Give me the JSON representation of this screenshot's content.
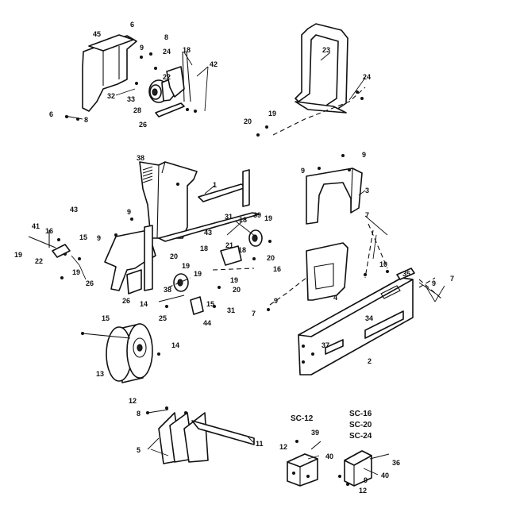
{
  "labels": [
    {
      "id": "n45",
      "text": "45"
    },
    {
      "id": "n6a",
      "text": "6"
    },
    {
      "id": "n9a",
      "text": "9"
    },
    {
      "id": "n8a",
      "text": "8"
    },
    {
      "id": "n24a",
      "text": "24"
    },
    {
      "id": "n18a",
      "text": "18"
    },
    {
      "id": "n42",
      "text": "42"
    },
    {
      "id": "n22a",
      "text": "22"
    },
    {
      "id": "n32",
      "text": "32"
    },
    {
      "id": "n33",
      "text": "33"
    },
    {
      "id": "n28",
      "text": "28"
    },
    {
      "id": "n26a",
      "text": "26"
    },
    {
      "id": "n6b",
      "text": "6"
    },
    {
      "id": "n8b",
      "text": "8"
    },
    {
      "id": "n23",
      "text": "23"
    },
    {
      "id": "n24b",
      "text": "24"
    },
    {
      "id": "n19a",
      "text": "19"
    },
    {
      "id": "n20a",
      "text": "20"
    },
    {
      "id": "n9b",
      "text": "9"
    },
    {
      "id": "n9c",
      "text": "9"
    },
    {
      "id": "n3",
      "text": "3"
    },
    {
      "id": "n38a",
      "text": "38"
    },
    {
      "id": "n1",
      "text": "1"
    },
    {
      "id": "n43a",
      "text": "43"
    },
    {
      "id": "n9d",
      "text": "9"
    },
    {
      "id": "n9e",
      "text": "9"
    },
    {
      "id": "n31a",
      "text": "31"
    },
    {
      "id": "n18b",
      "text": "18"
    },
    {
      "id": "n39",
      "text": "39"
    },
    {
      "id": "n19b",
      "text": "19"
    },
    {
      "id": "n41",
      "text": "41"
    },
    {
      "id": "n16a",
      "text": "16"
    },
    {
      "id": "n15a",
      "text": "15"
    },
    {
      "id": "n19c",
      "text": "19"
    },
    {
      "id": "n22b",
      "text": "22"
    },
    {
      "id": "n19d",
      "text": "19"
    },
    {
      "id": "n26b",
      "text": "26"
    },
    {
      "id": "n43b",
      "text": "43"
    },
    {
      "id": "n18c",
      "text": "18"
    },
    {
      "id": "n21",
      "text": "21"
    },
    {
      "id": "n18d",
      "text": "18"
    },
    {
      "id": "n20b",
      "text": "20"
    },
    {
      "id": "n16b",
      "text": "16"
    },
    {
      "id": "n19e",
      "text": "19"
    },
    {
      "id": "n20c",
      "text": "20"
    },
    {
      "id": "n38b",
      "text": "38"
    },
    {
      "id": "n19f",
      "text": "19"
    },
    {
      "id": "n20d",
      "text": "20"
    },
    {
      "id": "n19g",
      "text": "19"
    },
    {
      "id": "n26c",
      "text": "26"
    },
    {
      "id": "n14a",
      "text": "14"
    },
    {
      "id": "n25",
      "text": "25"
    },
    {
      "id": "n15b",
      "text": "15"
    },
    {
      "id": "n31b",
      "text": "31"
    },
    {
      "id": "n44",
      "text": "44"
    },
    {
      "id": "n7a",
      "text": "7"
    },
    {
      "id": "n10",
      "text": "10"
    },
    {
      "id": "n35",
      "text": "35"
    },
    {
      "id": "n9f",
      "text": "9"
    },
    {
      "id": "n7b",
      "text": "7"
    },
    {
      "id": "n4",
      "text": "4"
    },
    {
      "id": "n9g",
      "text": "9"
    },
    {
      "id": "n7c",
      "text": "7"
    },
    {
      "id": "n34",
      "text": "34"
    },
    {
      "id": "n37",
      "text": "37"
    },
    {
      "id": "n2",
      "text": "2"
    },
    {
      "id": "n15c",
      "text": "15"
    },
    {
      "id": "n14b",
      "text": "14"
    },
    {
      "id": "n13",
      "text": "13"
    },
    {
      "id": "n12a",
      "text": "12"
    },
    {
      "id": "n8c",
      "text": "8"
    },
    {
      "id": "n5",
      "text": "5"
    },
    {
      "id": "n11",
      "text": "11"
    },
    {
      "id": "sc12",
      "text": "SC-12"
    },
    {
      "id": "n39b",
      "text": "39"
    },
    {
      "id": "n12b",
      "text": "12"
    },
    {
      "id": "n40a",
      "text": "40"
    },
    {
      "id": "sc16",
      "text": "SC-16"
    },
    {
      "id": "sc20",
      "text": "SC-20"
    },
    {
      "id": "sc24",
      "text": "SC-24"
    },
    {
      "id": "n36",
      "text": "36"
    },
    {
      "id": "n40b",
      "text": "40"
    },
    {
      "id": "n9h",
      "text": "9"
    },
    {
      "id": "n12c",
      "text": "12"
    }
  ]
}
